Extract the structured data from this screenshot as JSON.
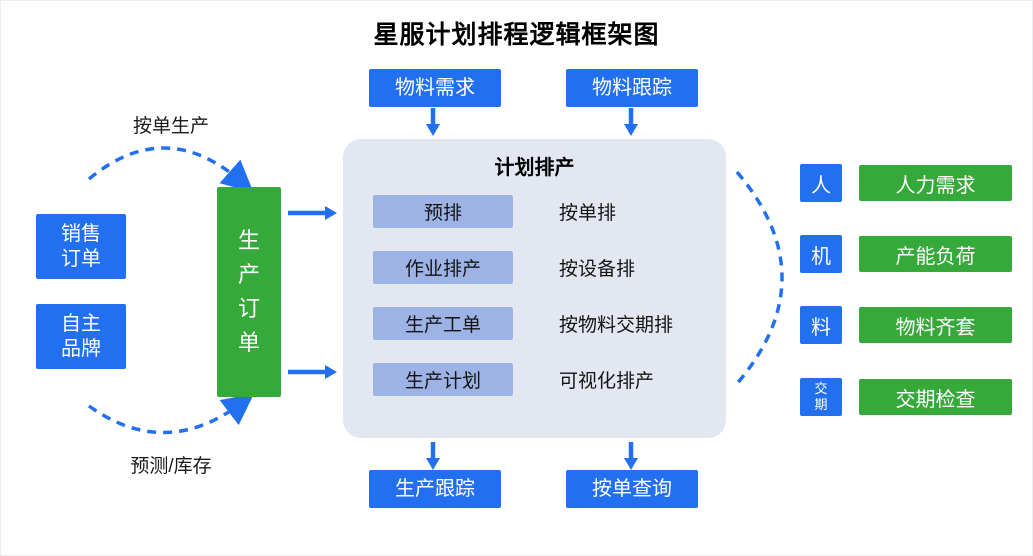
{
  "title": "星服计划排程逻辑框架图",
  "colors": {
    "blue": "#2270f0",
    "green": "#35a939",
    "panel_background": "#e2e7f1",
    "inner_box": "#9db3e6",
    "text_dark": "#141414"
  },
  "icons": {
    "down_arrow": "↓",
    "right_arrow": "→",
    "dashed_arc": "curved dashed connector"
  },
  "top_flows": [
    {
      "label": "物料需求"
    },
    {
      "label": "物料跟踪"
    }
  ],
  "left_sources": [
    {
      "label": "销售订单"
    },
    {
      "label": "自主品牌"
    }
  ],
  "left_arcs": {
    "top_label": "按单生产",
    "bottom_label": "预测/库存"
  },
  "production_order": {
    "label": "生产订单"
  },
  "panel": {
    "title": "计划排产",
    "rows": [
      {
        "box": "预排",
        "note": "按单排"
      },
      {
        "box": "作业排产",
        "note": "按设备排"
      },
      {
        "box": "生产工单",
        "note": "按物料交期排"
      },
      {
        "box": "生产计划",
        "note": "可视化排产"
      }
    ]
  },
  "bottom_flows": [
    {
      "label": "生产跟踪"
    },
    {
      "label": "按单查询"
    }
  ],
  "right_rows": [
    {
      "tag": "人",
      "label": "人力需求"
    },
    {
      "tag": "机",
      "label": "产能负荷"
    },
    {
      "tag": "料",
      "label": "物料齐套"
    },
    {
      "tag": "交期",
      "label": "交期检查"
    }
  ]
}
